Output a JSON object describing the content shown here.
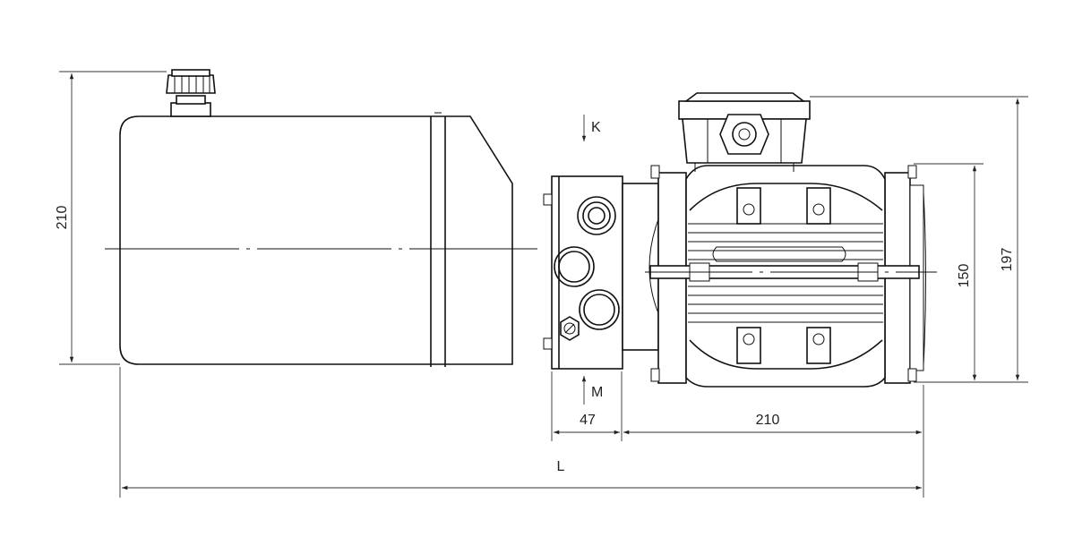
{
  "dimensions": {
    "tank_height": "210",
    "flange_width": "47",
    "motor_length": "210",
    "total_length": "L",
    "motor_body": "150",
    "motor_overall": "197"
  },
  "ports": {
    "k": "K",
    "m": "M"
  },
  "colors": {
    "stroke": "#111111",
    "background": "#ffffff"
  }
}
